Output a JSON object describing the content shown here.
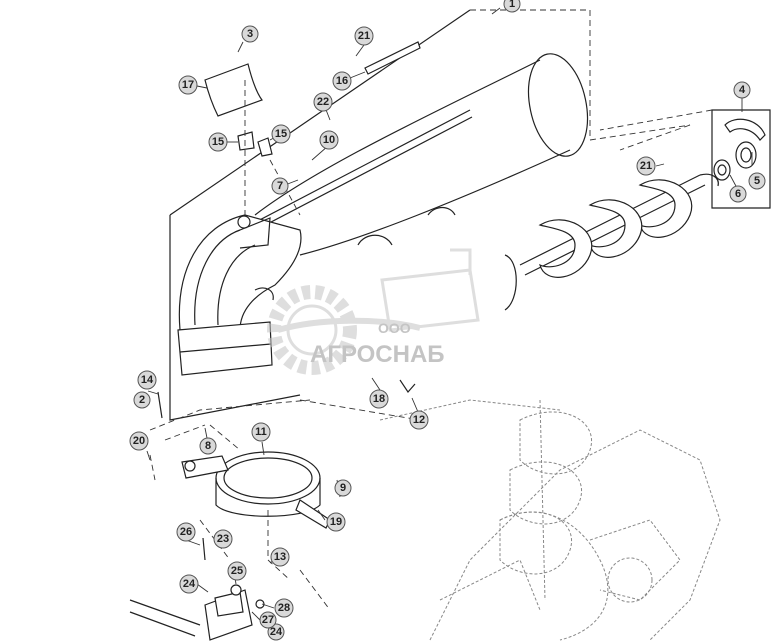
{
  "callouts": [
    "1",
    "2",
    "3",
    "4",
    "5",
    "6",
    "7",
    "8",
    "9",
    "10",
    "11",
    "12",
    "13",
    "14",
    "15",
    "15",
    "16",
    "17",
    "18",
    "19",
    "20",
    "21",
    "21",
    "22",
    "23",
    "24",
    "24",
    "25",
    "26",
    "27",
    "28"
  ],
  "watermark": {
    "prefix": "ООО",
    "brand": "АГРОСНАБ"
  }
}
